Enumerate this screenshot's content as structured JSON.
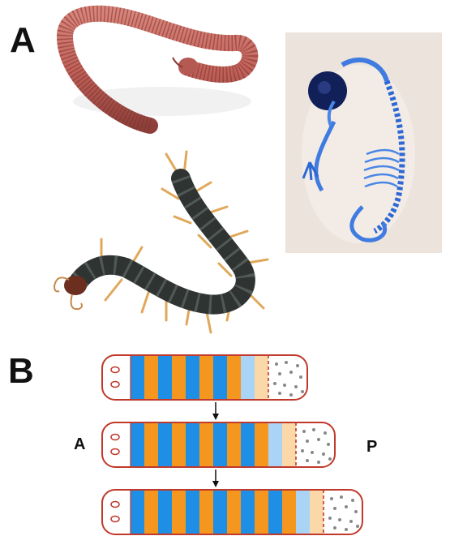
{
  "panel_a": {
    "label": "A",
    "photos": [
      {
        "icon": "millipede-photo-icon",
        "background": "#ffffff"
      },
      {
        "icon": "centipede-photo-icon",
        "background": "#ffffff"
      },
      {
        "icon": "stained-embryo-skeleton-photo-icon",
        "background": "#ece3dc"
      }
    ]
  },
  "panel_b": {
    "label": "B",
    "anterior_label": "A",
    "posterior_label": "P",
    "colors": {
      "outline": "#c0392b",
      "blue": "#1f8fe6",
      "orange": "#f5961e",
      "light_blue": "#a9d4f5",
      "peach": "#fbd8a8",
      "dots": "#888888",
      "arrow": "#111111"
    },
    "embryos": [
      {
        "stage": 1,
        "segments": [
          "blue",
          "orange",
          "blue",
          "orange",
          "blue",
          "orange",
          "blue",
          "orange",
          "light_blue",
          "peach"
        ]
      },
      {
        "stage": 2,
        "segments": [
          "blue",
          "orange",
          "blue",
          "orange",
          "blue",
          "orange",
          "blue",
          "orange",
          "blue",
          "orange",
          "light_blue",
          "peach"
        ]
      },
      {
        "stage": 3,
        "segments": [
          "blue",
          "orange",
          "blue",
          "orange",
          "blue",
          "orange",
          "blue",
          "orange",
          "blue",
          "orange",
          "blue",
          "orange",
          "light_blue",
          "peach"
        ]
      }
    ]
  }
}
